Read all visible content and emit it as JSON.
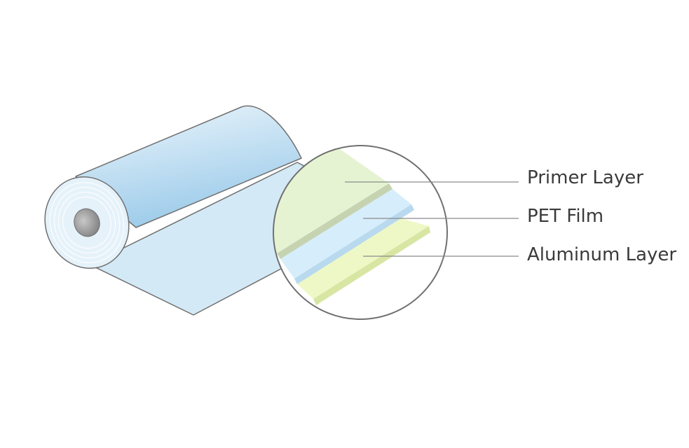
{
  "labels": {
    "primer": "Primer Layer",
    "pet": "PET Film",
    "aluminum": "Aluminum Layer"
  },
  "colors": {
    "outline": "#707070",
    "roll_light": "#e6f2fa",
    "roll_mid": "#c2e0f3",
    "roll_dark": "#9ccbea",
    "sheet": "#d4e9f6",
    "core": "#8f8f8f",
    "primer_layer": "#e6f3d2",
    "pet_layer": "#d6edfb",
    "aluminum_layer": "#eef8c6",
    "leader_line": "#8a8a8a",
    "label_text": "#3a3a3a"
  }
}
